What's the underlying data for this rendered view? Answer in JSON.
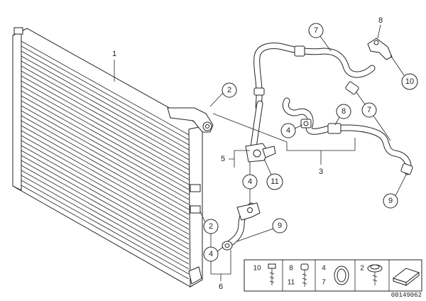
{
  "callouts": {
    "c2_upper": "2",
    "c4_mid": "4",
    "c4_left": "4",
    "c2_lower": "2",
    "c4_lower": "4",
    "c7_top": "7",
    "c7_mid": "7",
    "c8_mid": "8",
    "c10": "10",
    "c9_right": "9",
    "c11": "11",
    "c9_lower": "9"
  },
  "labels": {
    "part_1": "1",
    "part_3": "3",
    "part_5": "5",
    "part_6": "6",
    "part_8_small": "8"
  },
  "legend": {
    "cell_10_label": "10",
    "cell_8_label": "8",
    "cell_11_label": "11",
    "cell_4_label": "4",
    "cell_7_label": "7",
    "cell_2_label": "2"
  },
  "drawing_number": "00149062"
}
